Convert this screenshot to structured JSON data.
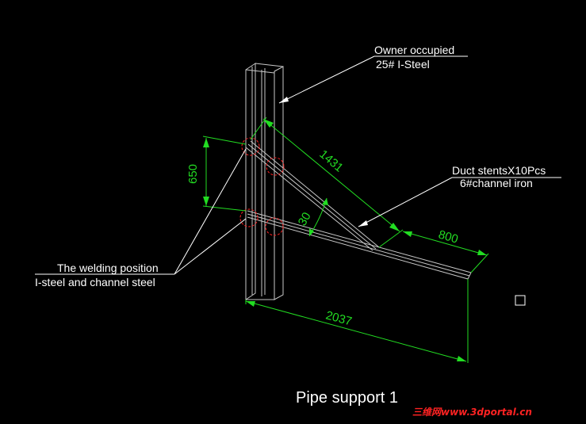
{
  "labels": {
    "owner_line1": "Owner occupied",
    "owner_line2": "25#  I-Steel",
    "duct_line1": "Duct stentsX10Pcs",
    "duct_line2": "6#channel iron",
    "weld_line1": "The welding position",
    "weld_line2": "I-steel and channel steel"
  },
  "dimensions": {
    "vertical": "650",
    "brace": "1431",
    "angle": "30",
    "tip": "800",
    "horizontal": "2037"
  },
  "title": "Pipe support  1",
  "watermark": "三维网www.3dportal.cn",
  "colors": {
    "background": "#000000",
    "dimension": "#22dd22",
    "weld_mark": "#ff2222",
    "text": "#ffffff"
  }
}
